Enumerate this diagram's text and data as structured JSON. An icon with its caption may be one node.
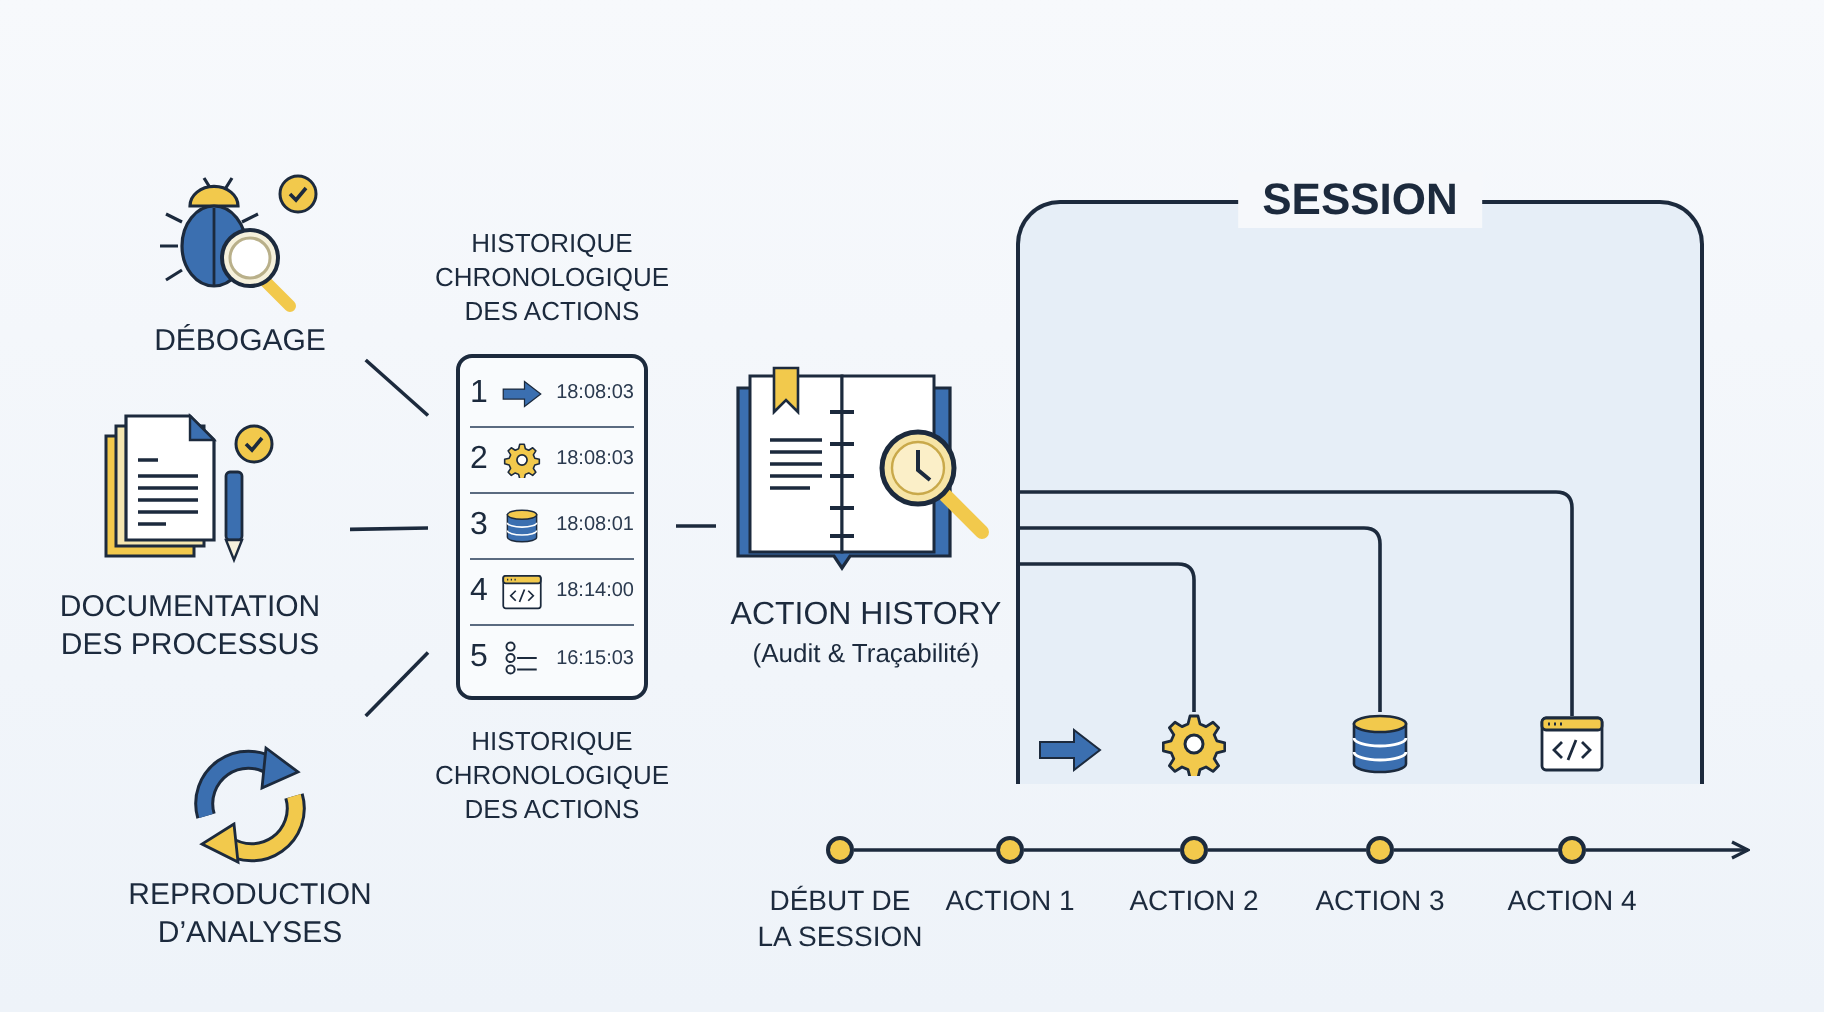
{
  "diagram": {
    "nodes": [
      {
        "text": [
          "SESSION"
        ]
      },
      {
        "text": [
          "DÉBOGAGE"
        ]
      },
      {
        "text": [
          "DOCUMENTATION DES PROCESSUS"
        ]
      },
      {
        "text": [
          "REPRODUCTION D’ANALYSES"
        ]
      },
      {
        "text": [
          "HISTORIQUE CHRONOLOGIQUE DES ACTIONS",
          "HISTORIQUE CHRONOLOGIQUE DES ACTIONS"
        ]
      },
      {
        "text": [
          "1",
          "18:08:03"
        ],
        "in": 4
      },
      {
        "text": [
          "2",
          "18:08:03"
        ],
        "in": 4
      },
      {
        "text": [
          "3",
          "18:08:01"
        ],
        "in": 4
      },
      {
        "text": [
          "4",
          "18:14:00"
        ],
        "in": 4
      },
      {
        "text": [
          "5",
          "16:15:03"
        ],
        "in": 4
      },
      {
        "text": [
          "ACTION HISTORY",
          "(Audit & Traçabilité)"
        ]
      },
      {
        "text": [],
        "shape": "circle",
        "beside": [
          "DÉBUT DE LA SESSION"
        ]
      },
      {
        "text": [],
        "shape": "circle",
        "beside": [
          "ACTION 1"
        ]
      },
      {
        "text": [],
        "shape": "circle",
        "beside": [
          "ACTION 2"
        ]
      },
      {
        "text": [],
        "shape": "circle",
        "beside": [
          "ACTION 3"
        ]
      },
      {
        "text": [],
        "shape": "circle",
        "beside": [
          "ACTION 4"
        ]
      },
      {
        "text": [],
        "shape": "gear",
        "in": 0
      },
      {
        "text": [],
        "shape": "cylinder",
        "in": 0
      },
      {
        "text": [],
        "shape": "window",
        "in": 0
      }
    ],
    "edges": [
      {
        "from": 1,
        "to": 4,
        "arrow": "none"
      },
      {
        "from": 2,
        "to": 4,
        "arrow": "none"
      },
      {
        "from": 3,
        "to": 4,
        "arrow": "none"
      },
      {
        "from": 4,
        "to": 10,
        "arrow": "none"
      },
      {
        "from": 10,
        "to": 16,
        "arrow": "none"
      },
      {
        "from": 10,
        "to": 17,
        "arrow": "none"
      },
      {
        "from": 10,
        "to": 18,
        "arrow": "none"
      },
      {
        "from": 11,
        "to": 12,
        "arrow": "none"
      },
      {
        "from": 12,
        "to": 13,
        "arrow": "none"
      },
      {
        "from": 13,
        "to": 14,
        "arrow": "none"
      },
      {
        "from": 14,
        "to": 15,
        "arrow": "none"
      },
      {
        "from": 15,
        "to": null,
        "arrow": "to"
      }
    ]
  }
}
